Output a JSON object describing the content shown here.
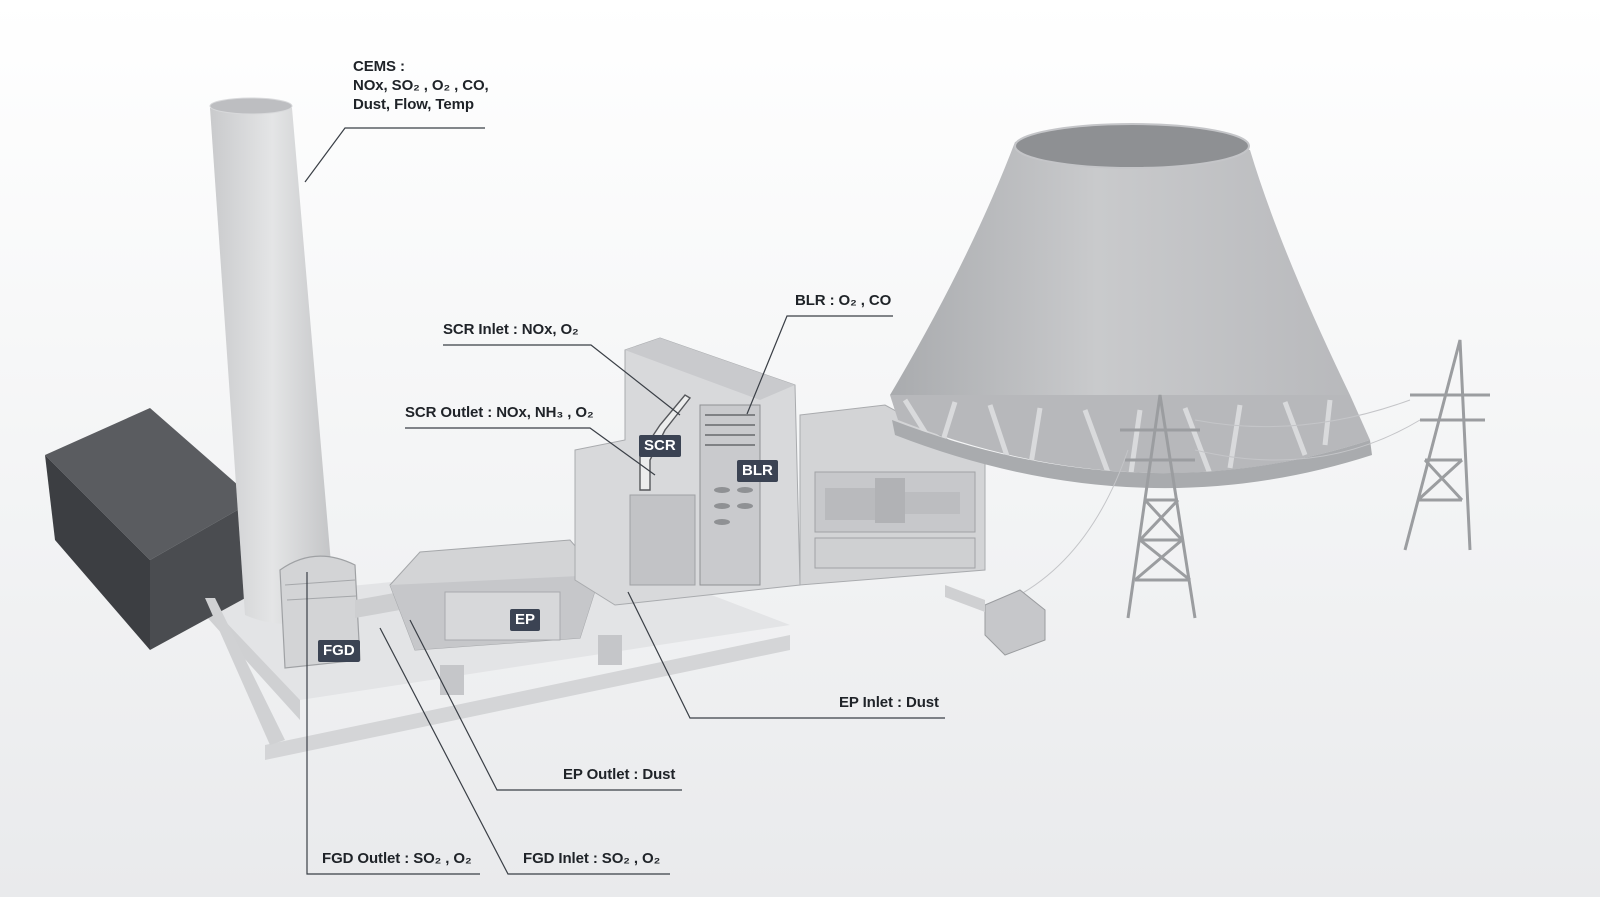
{
  "labels": {
    "cems_title": "CEMS :",
    "cems_line1": "NOx, SO₂ , O₂ , CO,",
    "cems_line2": "Dust, Flow, Temp",
    "scr_inlet": "SCR Inlet : NOx, O₂",
    "scr_outlet": "SCR Outlet : NOx, NH₃ , O₂",
    "blr": "BLR : O₂ , CO",
    "ep_inlet": "EP Inlet : Dust",
    "ep_outlet": "EP Outlet : Dust",
    "fgd_outlet": "FGD Outlet : SO₂ , O₂",
    "fgd_inlet": "FGD Inlet : SO₂ , O₂"
  },
  "tags": {
    "scr": "SCR",
    "blr": "BLR",
    "ep": "EP",
    "fgd": "FGD"
  },
  "colors": {
    "tag_bg": "#3b4353",
    "line": "#3a3f46",
    "text": "#1f2328",
    "structure_light": "#d6d7d9",
    "structure_mid": "#bfc0c3",
    "structure_dark": "#4a4c50"
  }
}
